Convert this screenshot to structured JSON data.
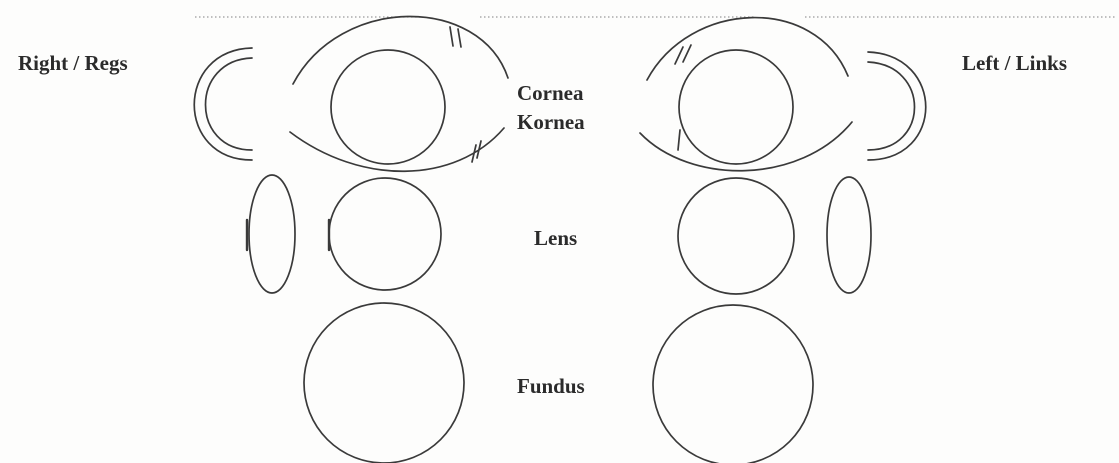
{
  "labels": {
    "right_eye": "Right / Regs",
    "left_eye": "Left / Links",
    "cornea": "Cornea",
    "kornea": "Kornea",
    "lens": "Lens",
    "fundus": "Fundus"
  },
  "colors": {
    "line": "#3a3a3a",
    "text": "#2b2b2b",
    "dotted_rule": "#9a9a9a"
  }
}
